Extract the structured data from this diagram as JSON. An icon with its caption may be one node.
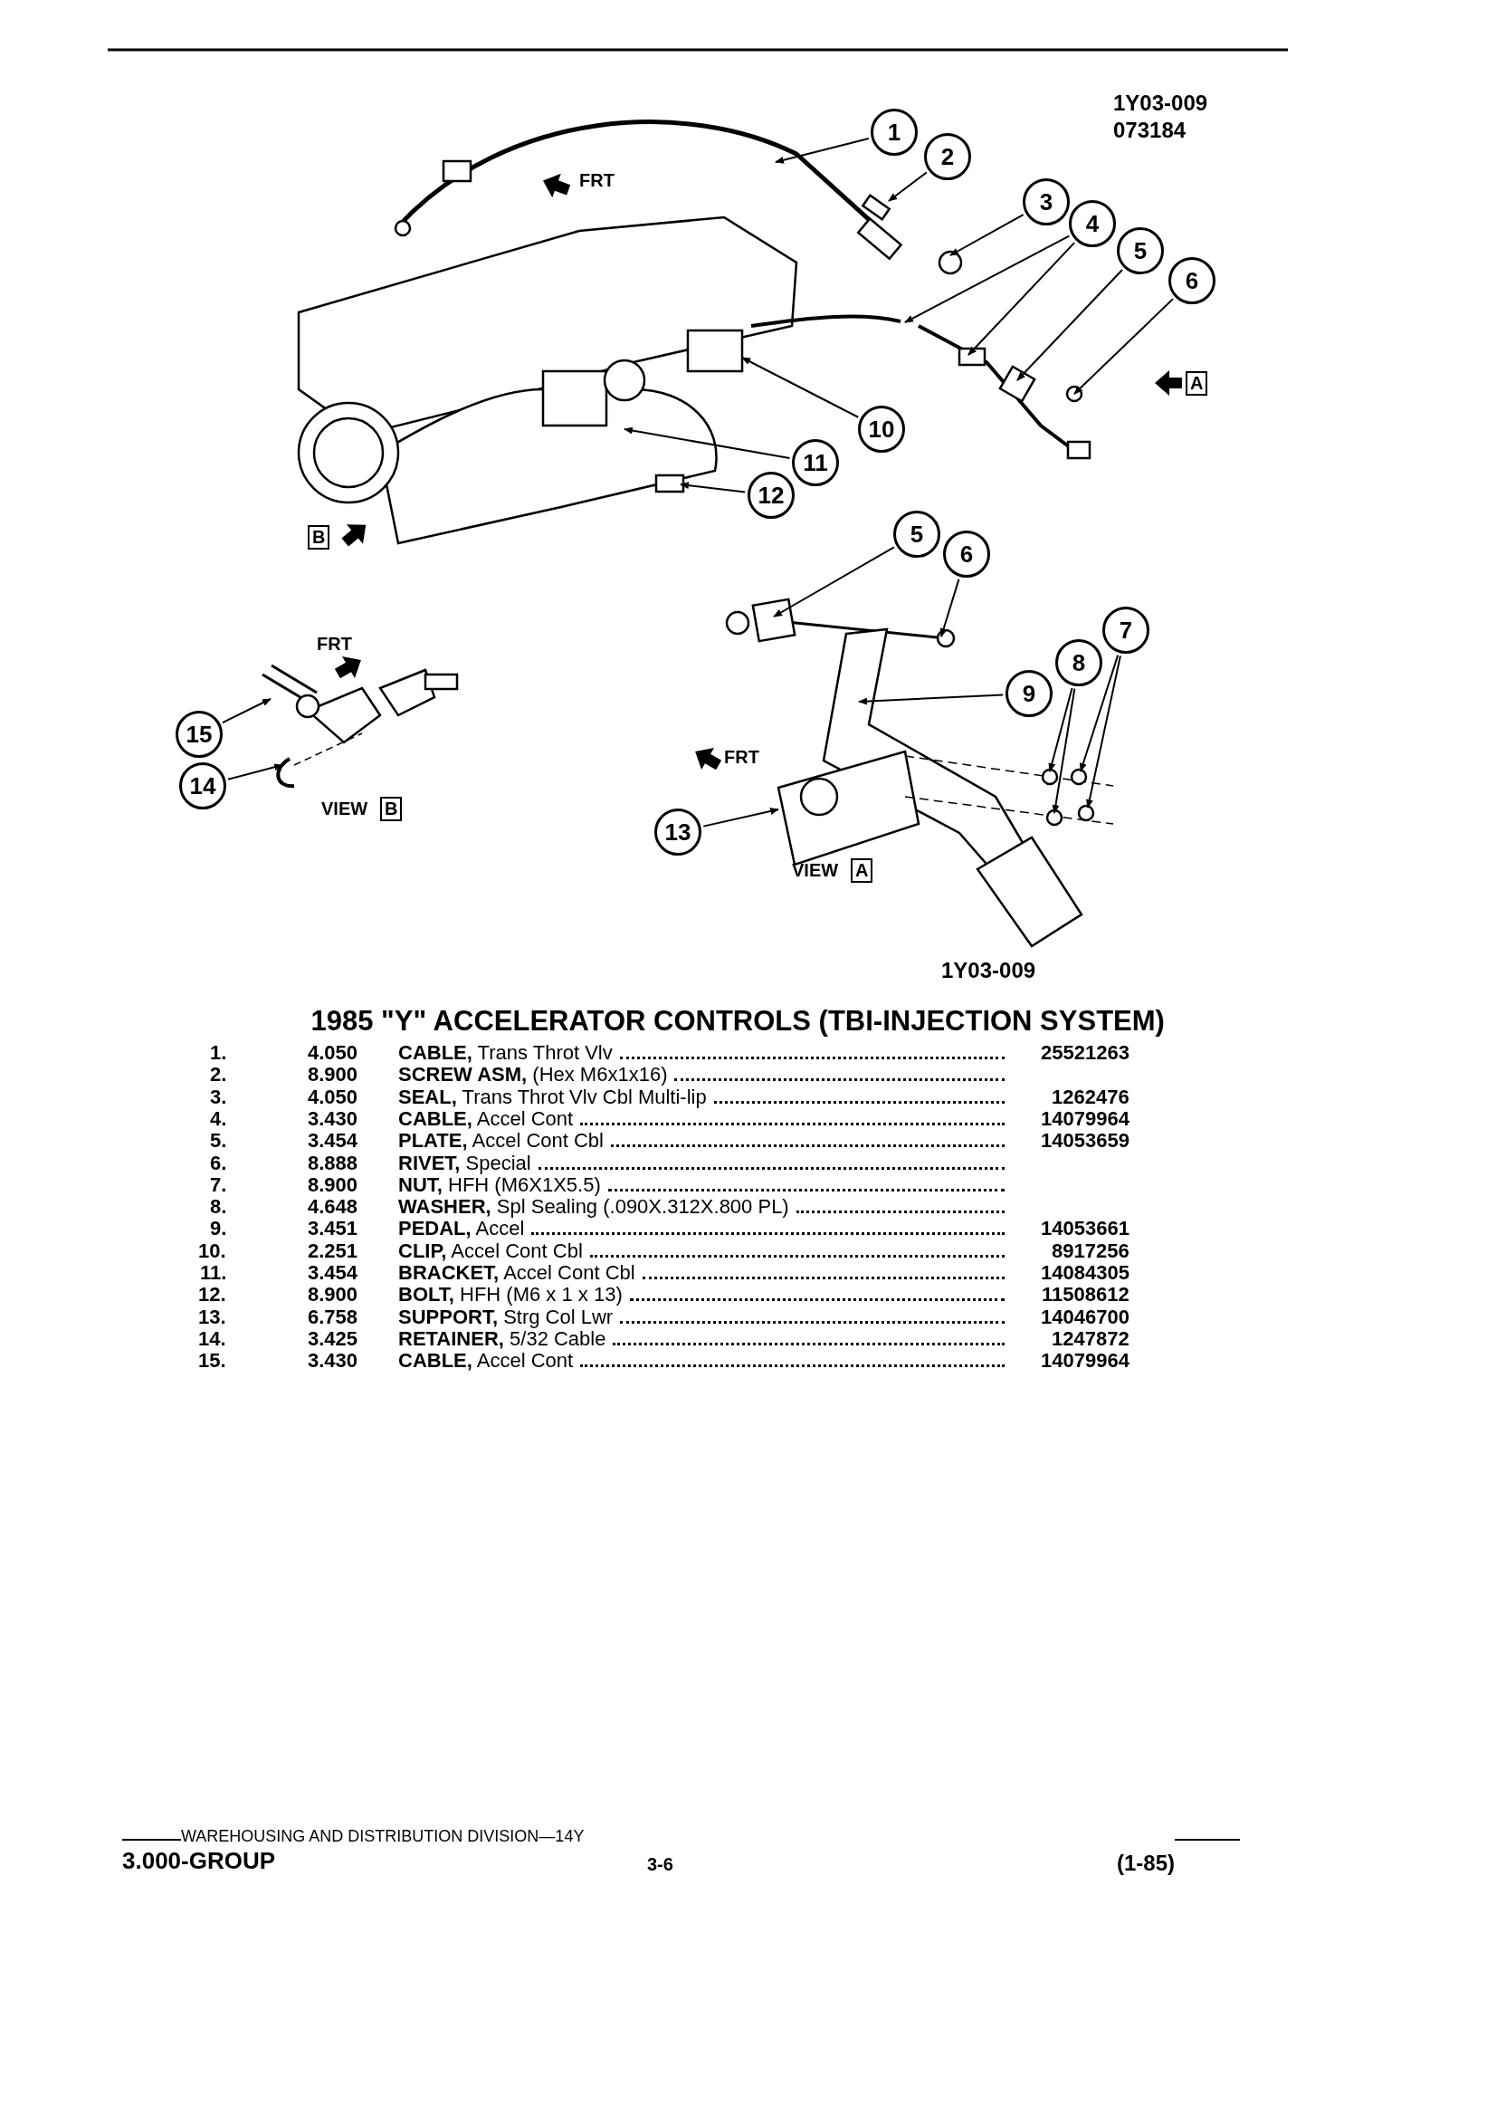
{
  "diagram": {
    "title": "1985 \"Y\" ACCELERATOR CONTROLS (TBI-INJECTION SYSTEM)",
    "nodes": [
      {
        "text": [
          "1"
        ]
      },
      {
        "text": [
          "2"
        ]
      },
      {
        "text": [
          "3"
        ]
      },
      {
        "text": [
          "4"
        ]
      },
      {
        "text": [
          "5"
        ]
      },
      {
        "text": [
          "6"
        ]
      },
      {
        "text": [
          "10"
        ]
      },
      {
        "text": [
          "11"
        ]
      },
      {
        "text": [
          "12"
        ]
      },
      {
        "text": [
          "5"
        ]
      },
      {
        "text": [
          "6"
        ]
      },
      {
        "text": [
          "7"
        ]
      },
      {
        "text": [
          "8"
        ]
      },
      {
        "text": [
          "9"
        ]
      },
      {
        "text": [
          "15"
        ]
      },
      {
        "text": [
          "13"
        ]
      },
      {
        "text": [
          "14"
        ]
      }
    ],
    "edges": [
      {
        "from": 0,
        "to": null,
        "arrow": "to"
      },
      {
        "from": 1,
        "to": null,
        "arrow": "to"
      },
      {
        "from": 2,
        "to": null,
        "arrow": "to"
      },
      {
        "from": 3,
        "to": null,
        "arrow": "to"
      },
      {
        "from": 3,
        "to": null,
        "arrow": "to"
      },
      {
        "from": 4,
        "to": null,
        "arrow": "to"
      },
      {
        "from": 5,
        "to": null,
        "arrow": "to"
      },
      {
        "from": 6,
        "to": null,
        "arrow": "to"
      },
      {
        "from": 7,
        "to": null,
        "arrow": "to"
      },
      {
        "from": 8,
        "to": null,
        "arrow": "to"
      },
      {
        "from": 9,
        "to": null,
        "arrow": "to"
      },
      {
        "from": 10,
        "to": null,
        "arrow": "to"
      },
      {
        "from": 11,
        "to": null,
        "arrow": "to"
      },
      {
        "from": 11,
        "to": null,
        "arrow": "to"
      },
      {
        "from": 12,
        "to": null,
        "arrow": "to"
      },
      {
        "from": 12,
        "to": null,
        "arrow": "to"
      },
      {
        "from": 13,
        "to": null,
        "arrow": "to"
      },
      {
        "from": 14,
        "to": null,
        "arrow": "to"
      },
      {
        "from": 15,
        "to": null,
        "arrow": "to"
      },
      {
        "from": 16,
        "to": null,
        "arrow": "to"
      }
    ],
    "labels": [
      "1Y03-009",
      "073184",
      "FRT",
      "A",
      "B",
      "FRT",
      "FRT",
      "VIEW",
      "B",
      "VIEW",
      "A",
      "1Y03-009",
      "1.",
      "4.050",
      "**CABLE,** Trans Throt Vlv",
      "25521263",
      "2.",
      "8.900",
      "**SCREW ASM,** (Hex M6x1x16)",
      "3.",
      "4.050",
      "**SEAL,** Trans Throt Vlv Cbl Multi-lip",
      "1262476",
      "4.",
      "3.430",
      "**CABLE,** Accel Cont",
      "14079964",
      "5.",
      "3.454",
      "**PLATE,** Accel Cont Cbl",
      "14053659",
      "6.",
      "8.888",
      "**RIVET,** Special",
      "7.",
      "8.900",
      "**NUT,** HFH (M6X1X5.5)",
      "8.",
      "4.648",
      "**WASHER,** Spl Sealing (.090X.312X.800 PL)",
      "9.",
      "3.451",
      "**PEDAL,** Accel",
      "14053661",
      "10.",
      "2.251",
      "**CLIP,** Accel Cont Cbl",
      "8917256",
      "11.",
      "3.454",
      "**BRACKET,** Accel Cont Cbl",
      "14084305",
      "12.",
      "8.900",
      "**BOLT,** HFH (M6 x 1 x 13)",
      "11508612",
      "13.",
      "6.758",
      "**SUPPORT,** Strg Col Lwr",
      "14046700",
      "14.",
      "3.425",
      "**RETAINER,** 5/32 Cable",
      "1247872",
      "15.",
      "3.430",
      "**CABLE,** Accel Cont",
      "14079964",
      "WAREHOUSING AND DISTRIBUTION DIVISION—14Y",
      "3.000-GROUP",
      "3-6",
      "(1-85)"
    ]
  }
}
